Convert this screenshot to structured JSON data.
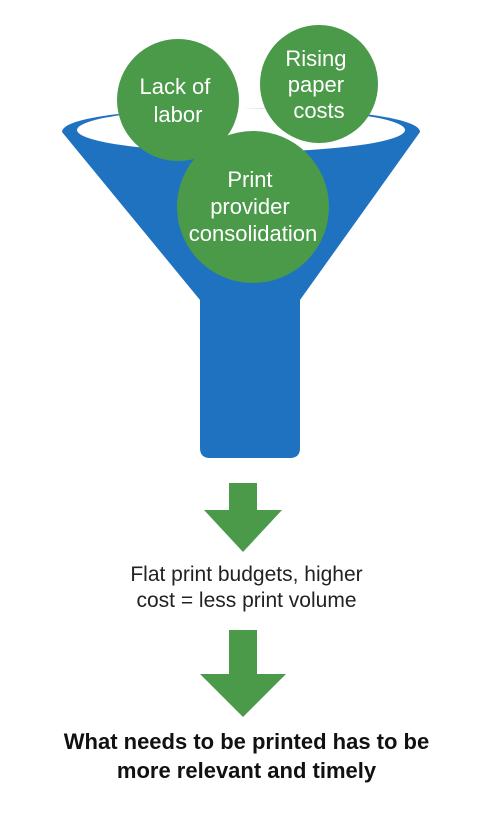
{
  "colors": {
    "funnel_blue": "#1f72bf",
    "funnel_inner": "#ffffff",
    "bubble_green": "#4a9a4a",
    "arrow_green": "#4a9a4a",
    "text": "#222222"
  },
  "bubbles": [
    {
      "lines": [
        "Lack of",
        "labor"
      ]
    },
    {
      "lines": [
        "Rising",
        "paper",
        "costs"
      ]
    },
    {
      "lines": [
        "Print",
        "provider",
        "consolidation"
      ]
    }
  ],
  "result": {
    "lines": [
      "Flat print budgets, higher",
      "cost = less print volume"
    ]
  },
  "conclusion": {
    "lines": [
      "What needs to be printed has to be",
      "more relevant and timely"
    ]
  }
}
